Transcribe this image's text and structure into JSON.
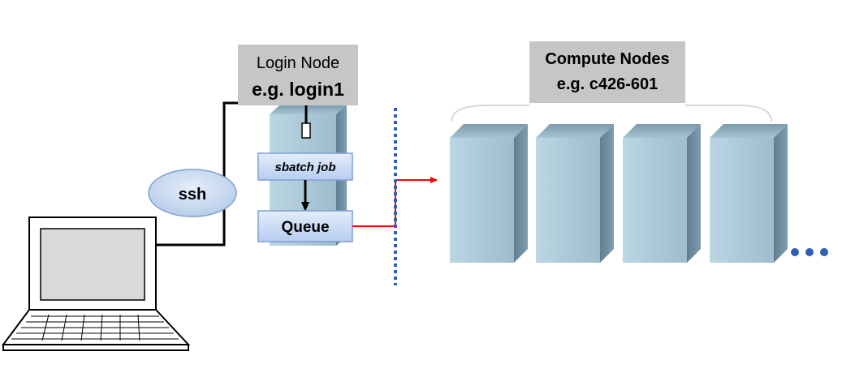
{
  "login_node": {
    "line1": "Login Node",
    "line2": "e.g. login1"
  },
  "compute_nodes": {
    "line1": "Compute Nodes",
    "line2": "e.g. c426-601"
  },
  "ssh": {
    "label": "ssh"
  },
  "sbatch": {
    "label": "sbatch job"
  },
  "queue": {
    "label": "Queue"
  },
  "colors": {
    "node_front": "#a9c8d8",
    "node_side": "#6f8ea0",
    "node_top": "#8fb0c2",
    "label_box": "#c8c8c8",
    "oval": "#c6d9f1",
    "step_box": "#c9dbf5",
    "link_red": "#ff0000",
    "divider_blue": "#2d5fb5"
  },
  "ellipsis": {
    "icon": "three-dots"
  }
}
